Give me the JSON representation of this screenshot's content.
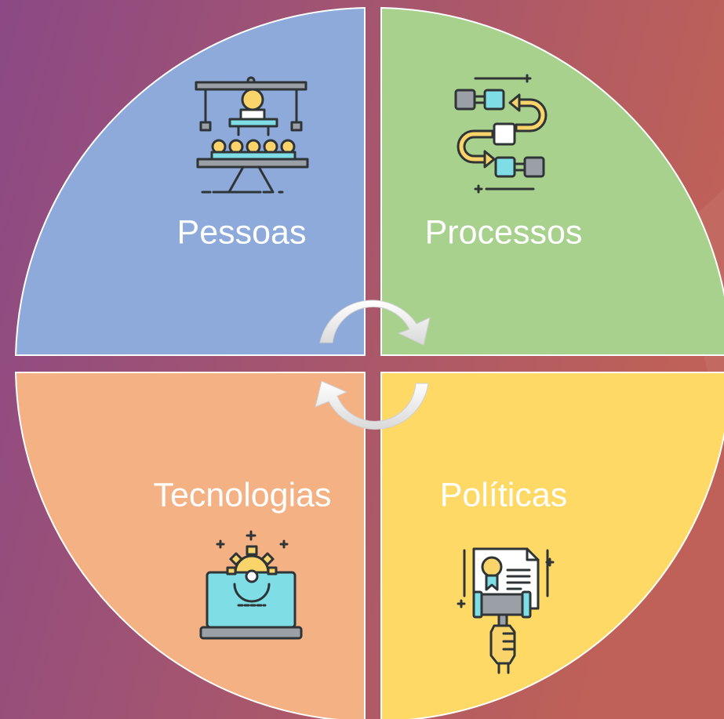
{
  "colors": {
    "background_left": "#8b4985",
    "background_right": "#bf6158",
    "quadrant_pessoas": "#8eaadb",
    "quadrant_processos": "#a9d18e",
    "quadrant_tecnologias": "#f4b183",
    "quadrant_politicas": "#ffd966",
    "outline": "#ffffff",
    "icon_stroke": "#2f3437",
    "icon_cyan": "#7fdde6",
    "icon_yellow": "#f9d46a",
    "icon_gray": "#9aa0a6"
  },
  "quadrants": [
    {
      "key": "pessoas",
      "label": "Pessoas",
      "icon": "presentation-audience-icon"
    },
    {
      "key": "processos",
      "label": "Processos",
      "icon": "process-flow-icon"
    },
    {
      "key": "tecnologias",
      "label": "Tecnologias",
      "icon": "laptop-gear-icon"
    },
    {
      "key": "politicas",
      "label": "Políticas",
      "icon": "certificate-gavel-icon"
    }
  ],
  "center": {
    "icon": "cycle-arrows-icon"
  }
}
